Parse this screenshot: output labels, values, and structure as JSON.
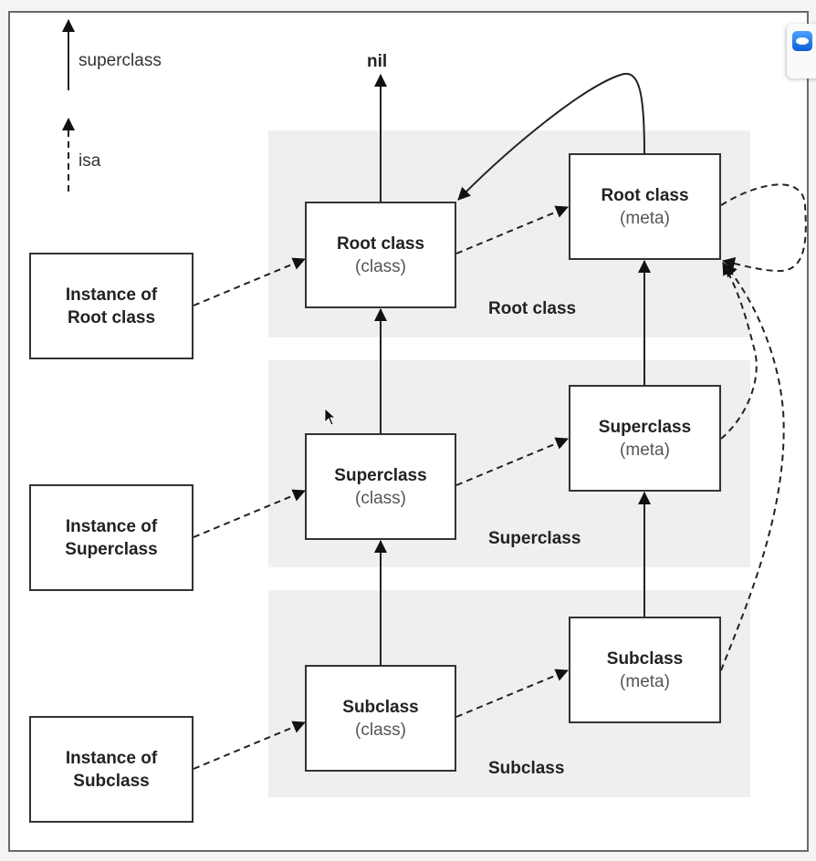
{
  "legend": {
    "superclass_label": "superclass",
    "isa_label": "isa"
  },
  "nil_label": "nil",
  "bands": [
    {
      "label": "Root class"
    },
    {
      "label": "Superclass"
    },
    {
      "label": "Subclass"
    }
  ],
  "instances": [
    {
      "line1": "Instance of",
      "line2": "Root class"
    },
    {
      "line1": "Instance of",
      "line2": "Superclass"
    },
    {
      "line1": "Instance of",
      "line2": "Subclass"
    }
  ],
  "classes": [
    {
      "title": "Root class",
      "subtitle": "(class)"
    },
    {
      "title": "Superclass",
      "subtitle": "(class)"
    },
    {
      "title": "Subclass",
      "subtitle": "(class)"
    }
  ],
  "metas": [
    {
      "title": "Root class",
      "subtitle": "(meta)"
    },
    {
      "title": "Superclass",
      "subtitle": "(meta)"
    },
    {
      "title": "Subclass",
      "subtitle": "(meta)"
    }
  ],
  "overlay": {
    "app_badge_icon": "teamviewer-icon",
    "cursor_icon": "mouse-pointer-icon"
  }
}
